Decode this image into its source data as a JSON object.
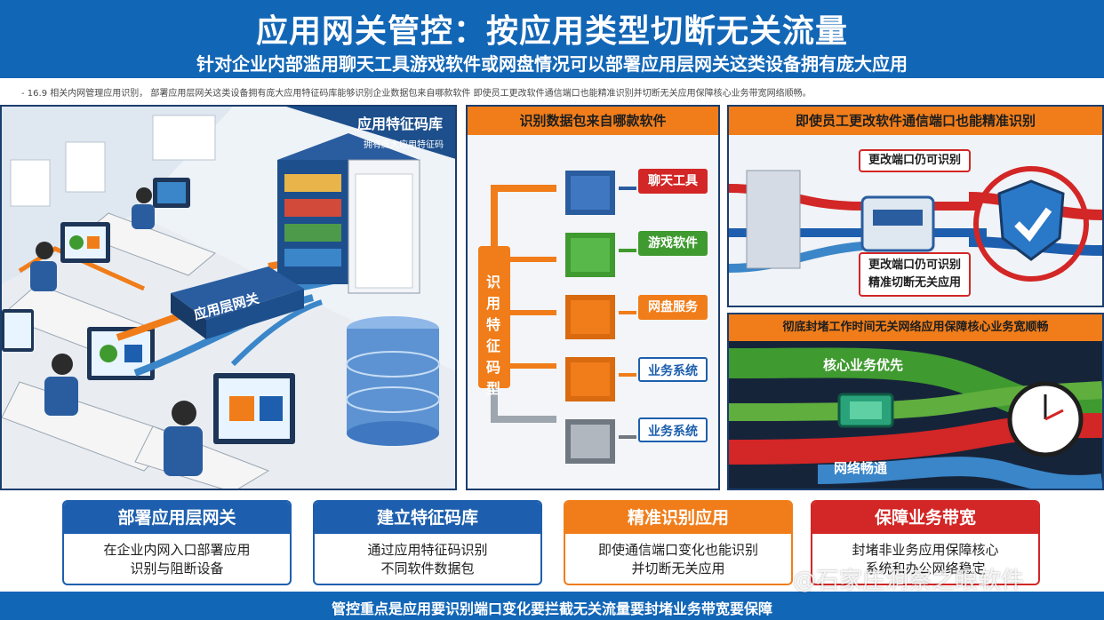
{
  "header": {
    "title": "应用网关管控：按应用类型切断无关流量",
    "subtitle": "针对企业内部滥用聊天工具游戏软件或网盘情况可以部署应用层网关这类设备拥有庞大应用"
  },
  "intro_text": "- 16.9  相关内网管理应用识别，  部署应用层网关这类设备拥有庞大应用特征码库能够识别企业数据包来自哪款软件  即使员工更改软件通信端口也能精准识别并切断无关应用保障核心业务带宽网络顺畅。",
  "panel1": {
    "library_title": "应用特征码库",
    "library_subtitle": "拥有庞大应用特征码",
    "gateway_label": "应用层网关"
  },
  "panel2": {
    "title": "识别数据包来自哪款软件",
    "vertical_label": "识用特征码型",
    "items": [
      {
        "label": "聊天工具",
        "color": "#d32626"
      },
      {
        "label": "游戏软件",
        "color": "#3f9a2f"
      },
      {
        "label": "网盘服务",
        "color": "#f07d1a"
      },
      {
        "label": "业务系统",
        "color": "#1d5fae"
      },
      {
        "label": "业务系统",
        "color": "#1d5fae"
      }
    ]
  },
  "panel3": {
    "title": "即使员工更改软件通信端口也能精准识别",
    "label_top": "更改端口仍可识别",
    "label_bottom_1": "更改端口仍可识别",
    "label_bottom_2": "精准切断无关应用"
  },
  "panel4": {
    "title": "彻底封堵工作时间无关网络应用保障核心业务宽顺畅",
    "label_core": "核心业务优先",
    "label_smooth": "网络畅通"
  },
  "cards": [
    {
      "title": "部署应用层网关",
      "line1": "在企业内网入口部署应用",
      "line2": "识别与阻断设备",
      "color": "#1d5fae"
    },
    {
      "title": "建立特征码库",
      "line1": "通过应用特征码识别",
      "line2": "不同软件数据包",
      "color": "#1d5fae"
    },
    {
      "title": "精准识别应用",
      "line1": "即使通信端口变化也能识别",
      "line2": "并切断无关应用",
      "color": "#f07d1a"
    },
    {
      "title": "保障业务带宽",
      "line1": "封堵非业务应用保障核心",
      "line2": "系统和办公网络稳定",
      "color": "#d32626"
    }
  ],
  "footer": {
    "text": "管控重点是应用要识别端口变化要拦截无关流量要封堵业务带宽要保障"
  },
  "watermark": "@石家庄洞察之眼软件",
  "colors": {
    "primary_blue": "#1266b6",
    "orange": "#f07d1a",
    "red": "#d32626",
    "green": "#3f9a2f"
  }
}
